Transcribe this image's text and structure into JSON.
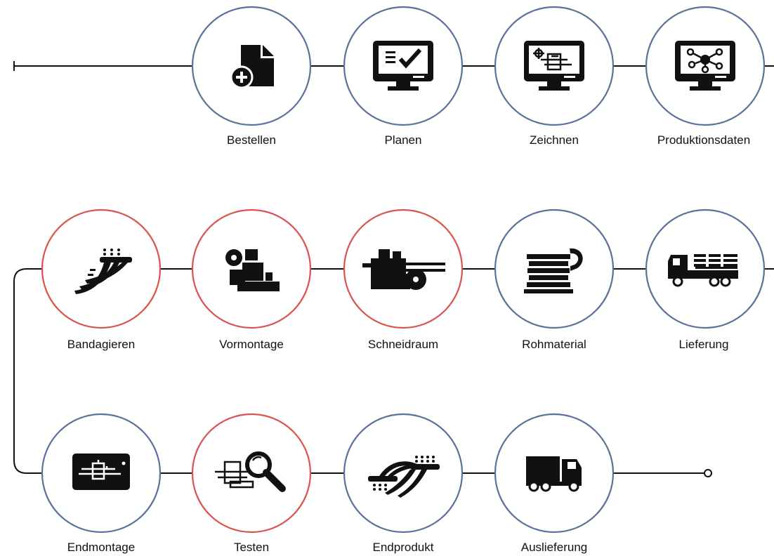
{
  "colors": {
    "line": "#111111",
    "digital_stage": "#5a7199",
    "production_stage": "#d9534f",
    "icon": "#111111",
    "background": "#ffffff"
  },
  "stages": {
    "bestellen": {
      "label": "Bestellen",
      "icon": "document-add-icon",
      "kind": "digital"
    },
    "planen": {
      "label": "Planen",
      "icon": "monitor-checklist-icon",
      "kind": "digital"
    },
    "zeichnen": {
      "label": "Zeichnen",
      "icon": "monitor-drawing-icon",
      "kind": "digital"
    },
    "produktionsdaten": {
      "label": "Produktionsdaten",
      "icon": "monitor-network-icon",
      "kind": "digital"
    },
    "lieferung": {
      "label": "Lieferung",
      "icon": "truck-loaded-icon",
      "kind": "digital"
    },
    "rohmaterial": {
      "label": "Rohmaterial",
      "icon": "cable-spool-icon",
      "kind": "digital"
    },
    "schneidraum": {
      "label": "Schneidraum",
      "icon": "cutting-machine-icon",
      "kind": "production"
    },
    "vormontage": {
      "label": "Vormontage",
      "icon": "preassembly-machine-icon",
      "kind": "production"
    },
    "bandagieren": {
      "label": "Bandagieren",
      "icon": "wire-bundle-icon",
      "kind": "production"
    },
    "endmontage": {
      "label": "Endmontage",
      "icon": "assembly-board-icon",
      "kind": "digital"
    },
    "testen": {
      "label": "Testen",
      "icon": "magnifier-board-icon",
      "kind": "production"
    },
    "endprodukt": {
      "label": "Endprodukt",
      "icon": "wire-harness-icon",
      "kind": "digital"
    },
    "auslieferung": {
      "label": "Auslieferung",
      "icon": "delivery-truck-icon",
      "kind": "digital"
    }
  }
}
